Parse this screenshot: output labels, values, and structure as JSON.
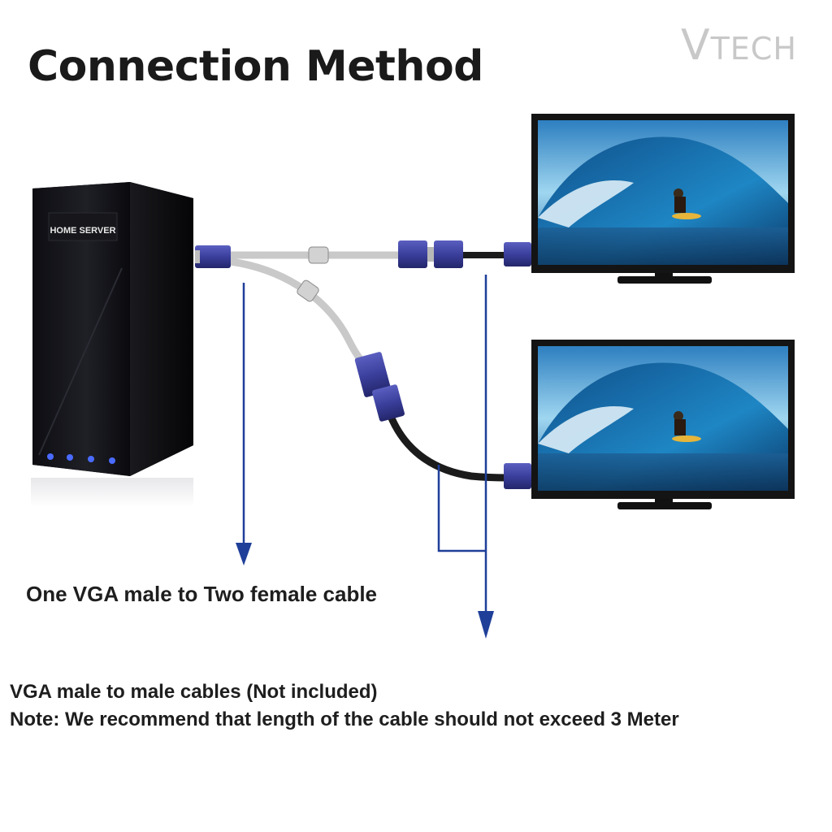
{
  "header": {
    "title": "Connection Method",
    "brand_first": "V",
    "brand_rest": "TECH"
  },
  "server": {
    "label": "HOME SERVER"
  },
  "captions": {
    "splitter_cable": "One VGA male to Two female cable",
    "male_cables": "VGA male to male cables (Not included)",
    "note": "Note: We recommend that length of the cable should not exceed 3 Meter"
  },
  "colors": {
    "arrow": "#1f3f99",
    "connector": "#3b3f9c",
    "cable_grey": "#c9c9c9",
    "cable_black": "#1b1b1b",
    "screen_sky": "#6ec1e8",
    "screen_wave": "#1a6fb0"
  }
}
